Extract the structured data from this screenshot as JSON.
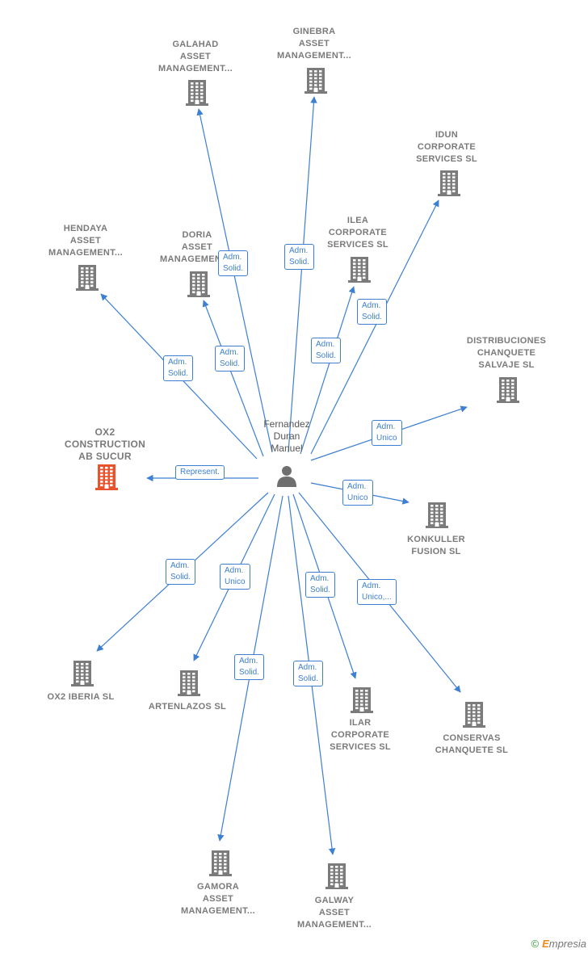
{
  "center": {
    "label": "Fernandez\nDuran\nManuel"
  },
  "main_company": {
    "label": "OX2\nCONSTRUCTION\nAB SUCUR",
    "color": "#e8532c"
  },
  "colors": {
    "edge": "#3d7fd1",
    "building": "#7b7b7b",
    "person": "#6f6f6f"
  },
  "nodes": [
    {
      "id": "galahad",
      "label": "GALAHAD\nASSET\nMANAGEMENT..."
    },
    {
      "id": "ginebra",
      "label": "GINEBRA\nASSET\nMANAGEMENT..."
    },
    {
      "id": "idun",
      "label": "IDUN\nCORPORATE\nSERVICES  SL"
    },
    {
      "id": "hendaya",
      "label": "HENDAYA\nASSET\nMANAGEMENT..."
    },
    {
      "id": "doria",
      "label": "DORIA\nASSET\nMANAGEMENT..."
    },
    {
      "id": "ilea",
      "label": "ILEA\nCORPORATE\nSERVICES  SL"
    },
    {
      "id": "distribuciones",
      "label": "DISTRIBUCIONES\nCHANQUETE\nSALVAJE  SL"
    },
    {
      "id": "konkuller",
      "label": "KONKULLER\nFUSION  SL"
    },
    {
      "id": "ox2iberia",
      "label": "OX2 IBERIA  SL"
    },
    {
      "id": "artenlazos",
      "label": "ARTENLAZOS SL"
    },
    {
      "id": "ilar",
      "label": "ILAR\nCORPORATE\nSERVICES  SL"
    },
    {
      "id": "conservas",
      "label": "CONSERVAS\nCHANQUETE SL"
    },
    {
      "id": "gamora",
      "label": "GAMORA\nASSET\nMANAGEMENT..."
    },
    {
      "id": "galway",
      "label": "GALWAY\nASSET\nMANAGEMENT..."
    }
  ],
  "edges": [
    {
      "to": "galahad",
      "label": "Adm.\nSolid."
    },
    {
      "to": "ginebra",
      "label": "Adm.\nSolid."
    },
    {
      "to": "idun",
      "label": "Adm.\nSolid."
    },
    {
      "to": "hendaya",
      "label": "Adm.\nSolid."
    },
    {
      "to": "doria",
      "label": "Adm.\nSolid."
    },
    {
      "to": "ilea",
      "label": "Adm.\nSolid."
    },
    {
      "to": "distribuciones",
      "label": "Adm.\nUnico"
    },
    {
      "to": "main",
      "label": "Represent."
    },
    {
      "to": "konkuller",
      "label": "Adm.\nUnico"
    },
    {
      "to": "ox2iberia",
      "label": "Adm.\nSolid."
    },
    {
      "to": "artenlazos",
      "label": "Adm.\nUnico"
    },
    {
      "to": "gamora",
      "label": "Adm.\nSolid."
    },
    {
      "to": "galway",
      "label": "Adm.\nSolid."
    },
    {
      "to": "ilar",
      "label": "Adm.\nSolid."
    },
    {
      "to": "conservas",
      "label": "Adm.\nUnico,..."
    }
  ],
  "footer": {
    "copyright": "©",
    "brand_initial": "E",
    "brand_rest": "mpresia"
  }
}
